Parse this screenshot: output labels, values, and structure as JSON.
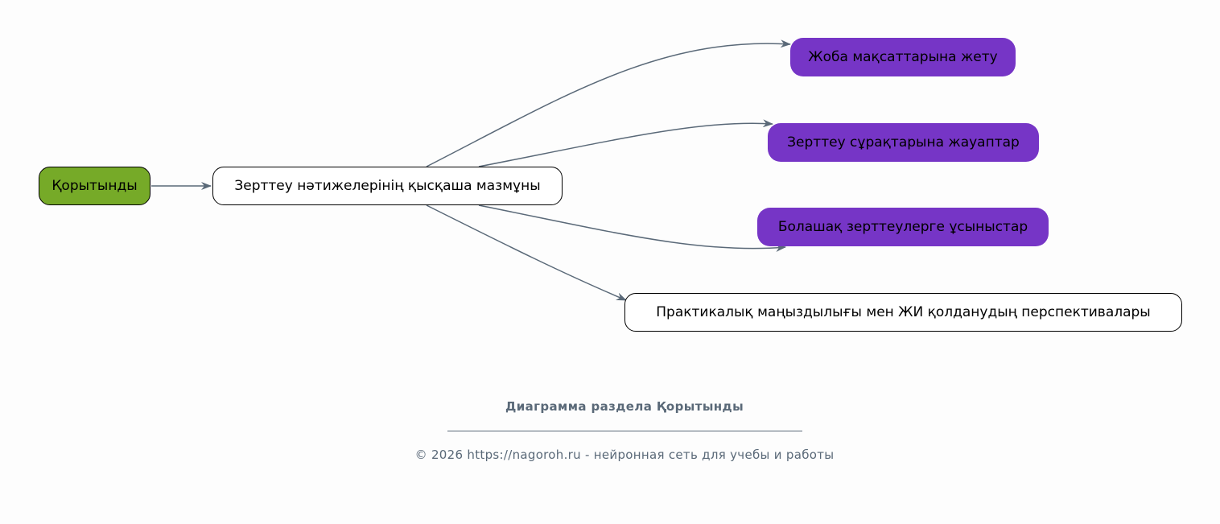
{
  "diagram": {
    "nodes": {
      "root": "Қорытынды",
      "summary": "Зерттеу нәтижелерінің қысқаша мазмұны",
      "goals": "Жоба мақсаттарына жету",
      "questions": "Зерттеу сұрақтарына жауаптар",
      "future": "Болашақ зерттеулерге ұсыныстар",
      "practical": "Практикалық маңыздылығы мен ЖИ қолданудың перспективалары"
    },
    "edges": [
      {
        "from": "root",
        "to": "summary"
      },
      {
        "from": "summary",
        "to": "goals"
      },
      {
        "from": "summary",
        "to": "questions"
      },
      {
        "from": "summary",
        "to": "future"
      },
      {
        "from": "summary",
        "to": "practical"
      }
    ],
    "colors": {
      "root_fill": "#76aa28",
      "highlight_fill": "#7635c6",
      "plain_fill": "#ffffff",
      "edge": "#5a6978",
      "caption": "#5a6978"
    }
  },
  "caption": {
    "title": "Диаграмма раздела Қорытынды",
    "footer": "© 2026 https://nagoroh.ru - нейронная сеть для учебы и работы"
  }
}
